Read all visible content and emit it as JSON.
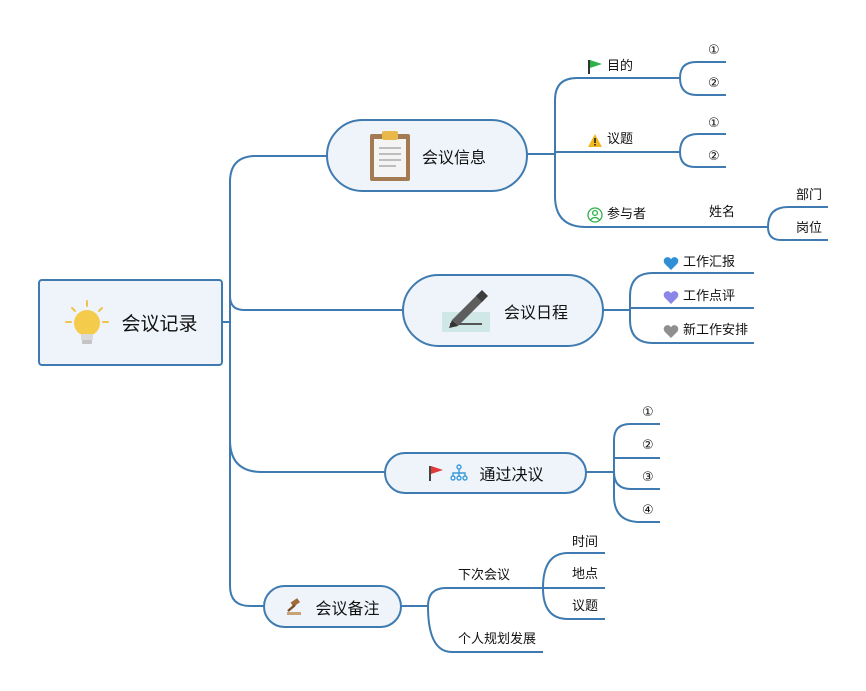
{
  "root": {
    "label": "会议记录",
    "icon": "lightbulb-icon"
  },
  "branches": {
    "info": {
      "label": "会议信息",
      "icon": "clipboard-icon",
      "purpose": {
        "label": "目的",
        "icon": "green-flag-icon",
        "items": [
          "①",
          "②"
        ]
      },
      "topics": {
        "label": "议题",
        "icon": "warning-icon",
        "items": [
          "①",
          "②"
        ]
      },
      "participants": {
        "label": "参与者",
        "icon": "person-icon",
        "name": {
          "label": "姓名",
          "items": [
            "部门",
            "岗位"
          ]
        }
      }
    },
    "schedule": {
      "label": "会议日程",
      "icon": "pen-signing-icon",
      "items": [
        {
          "label": "工作汇报",
          "icon": "blue-heart-icon",
          "color": "#2f8fd6"
        },
        {
          "label": "工作点评",
          "icon": "purple-heart-icon",
          "color": "#8b86e8"
        },
        {
          "label": "新工作安排",
          "icon": "gray-heart-icon",
          "color": "#8f8f8f"
        }
      ]
    },
    "resolution": {
      "label": "通过决议",
      "icons": [
        "red-flag-icon",
        "org-chart-icon"
      ],
      "items": [
        "①",
        "②",
        "③",
        "④"
      ]
    },
    "notes": {
      "label": "会议备注",
      "icon": "gavel-icon",
      "next": {
        "label": "下次会议",
        "items": [
          "时间",
          "地点",
          "议题"
        ]
      },
      "plan": {
        "label": "个人规划发展"
      }
    }
  },
  "colors": {
    "line": "#3f7bb0",
    "fill": "#eef4fa"
  }
}
